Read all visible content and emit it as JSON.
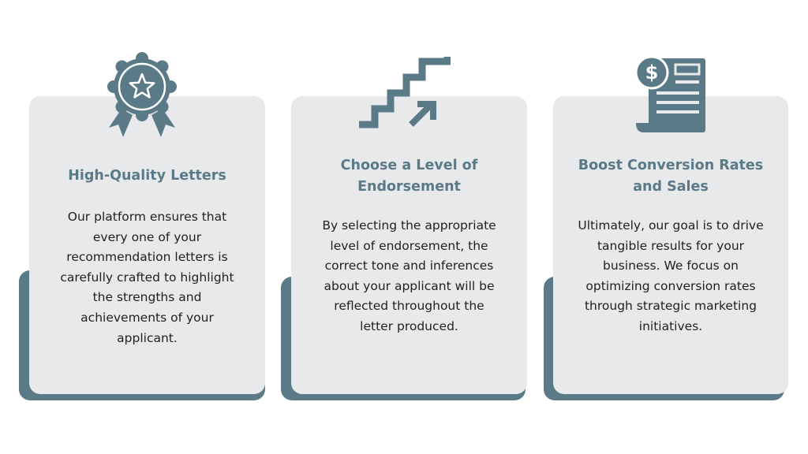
{
  "colors": {
    "accent": "#5b7a87",
    "card_background": "#e8e9eb",
    "body_text": "#1f1f1f",
    "page_background": "#ffffff"
  },
  "cards": [
    {
      "icon": "award-ribbon-star-icon",
      "title": "High-Quality Letters",
      "body": "Our platform ensures that\nevery one of your\nrecommendation letters is\ncarefully crafted to highlight\nthe strengths and\nachievements of your\napplicant."
    },
    {
      "icon": "stairs-growth-arrow-icon",
      "title": "Choose a Level of\nEndorsement",
      "body": "By selecting the appropriate\nlevel of endorsement, the\ncorrect tone and inferences\nabout your applicant will be\nreflected throughout the\nletter produced."
    },
    {
      "icon": "invoice-dollar-icon",
      "title": "Boost Conversion Rates\nand Sales",
      "body": "Ultimately, our goal is to drive\ntangible results for your\nbusiness. We focus on\noptimizing conversion rates\nthrough strategic marketing\ninitiatives."
    }
  ]
}
